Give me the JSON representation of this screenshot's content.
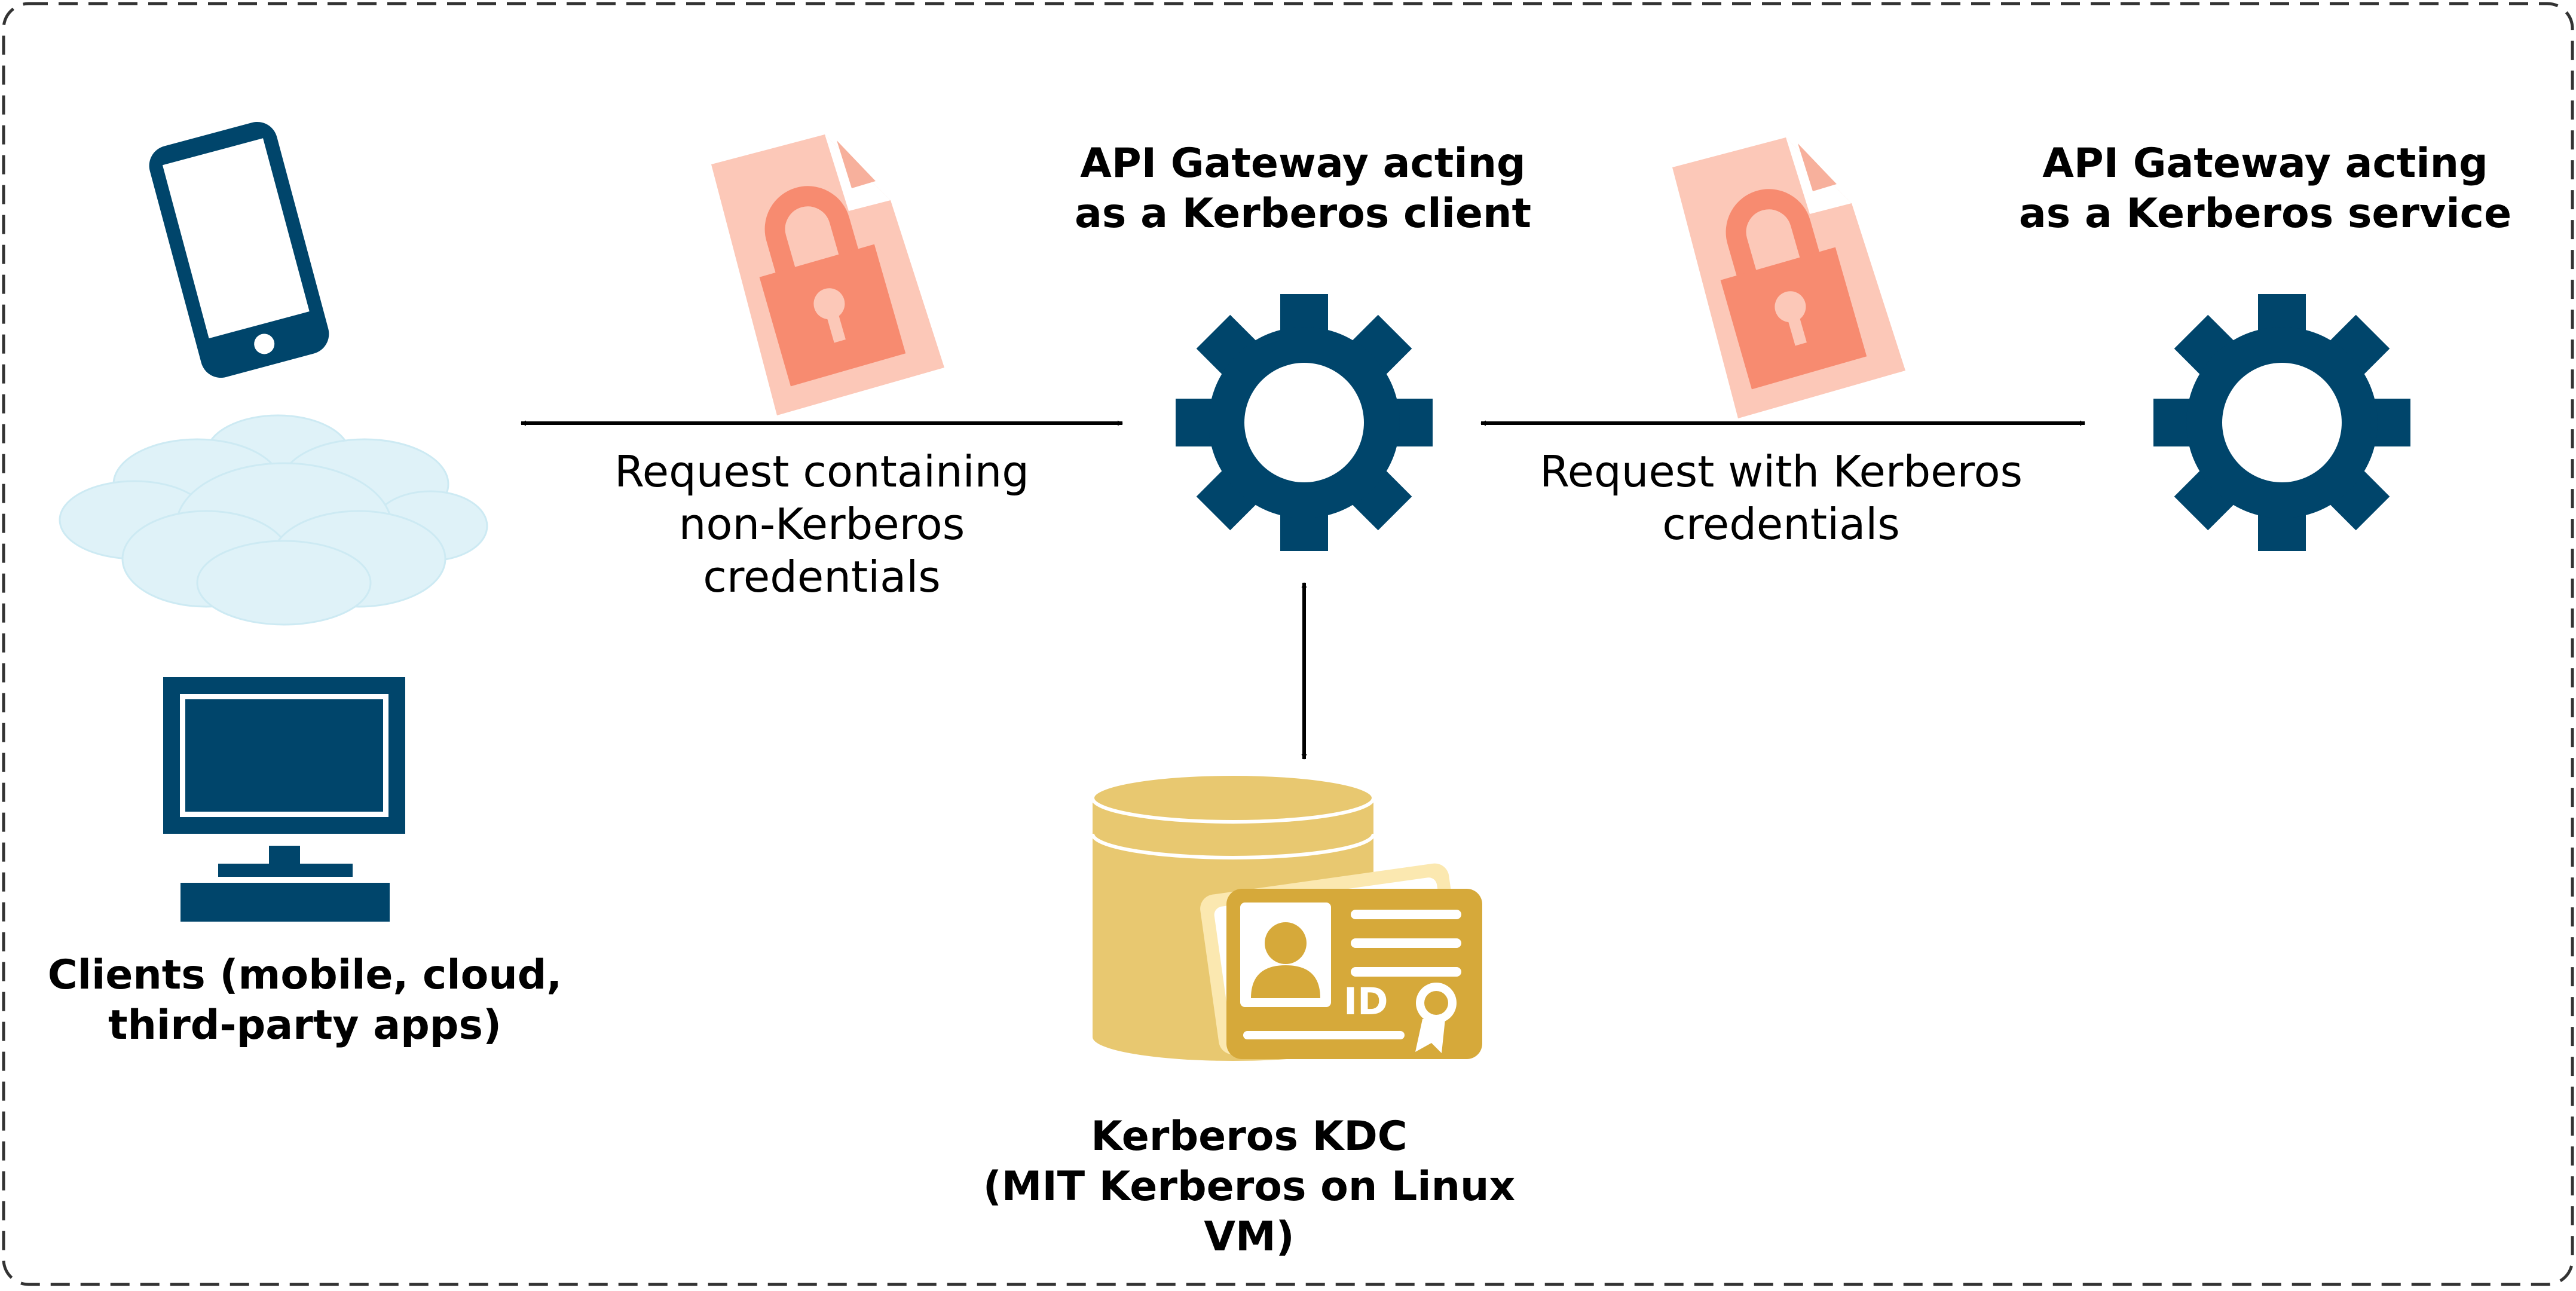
{
  "labels": {
    "clients": "Clients (mobile, cloud,\nthird-party apps)",
    "gateway_client": "API Gateway acting\nas a Kerberos client",
    "gateway_service": "API Gateway acting\nas a Kerberos service",
    "kdc": "Kerberos KDC\n(MIT Kerberos on Linux VM)",
    "request_non_kerberos": "Request containing\nnon-Kerberos\ncredentials",
    "request_kerberos": "Request with Kerberos\ncredentials",
    "id_card_text": "ID"
  },
  "icons": {
    "phone": "smartphone-icon",
    "cloud": "cloud-icon",
    "desktop": "desktop-monitor-icon",
    "locked_doc": "locked-document-icon",
    "gear": "gear-icon",
    "database": "database-icon",
    "id_card": "id-card-icon"
  },
  "colors": {
    "navy": "#00456b",
    "cloud": "#dff2f8",
    "doc_light": "#fcc8b8",
    "doc_dark": "#f78b70",
    "gold": "#e8c870",
    "gold_dark": "#d6a93a",
    "gold_light": "#fbe8b0",
    "frame": "#333333"
  }
}
